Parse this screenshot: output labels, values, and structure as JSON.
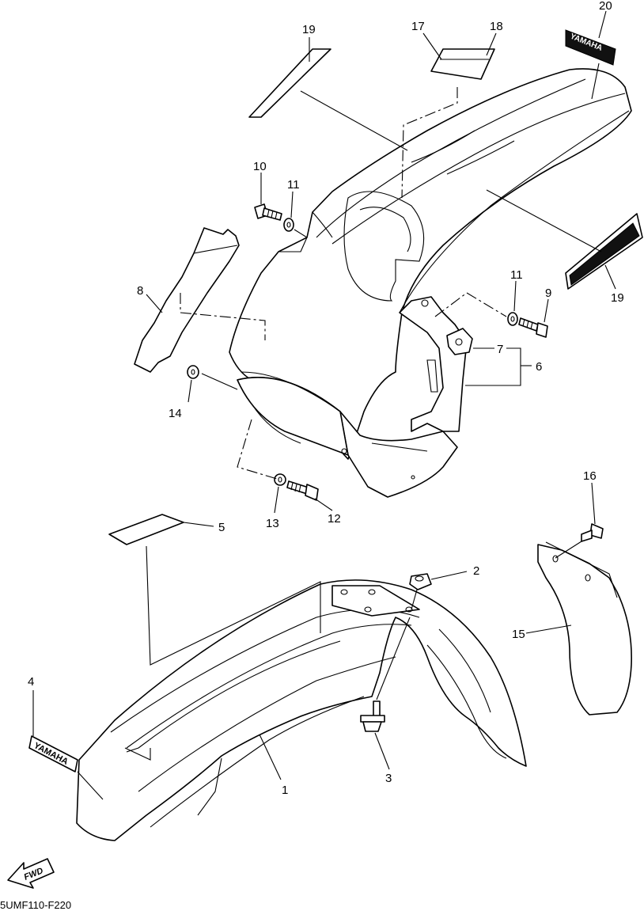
{
  "drawing_code": "5UMF110-F220",
  "fwd_label": "FWD",
  "decal_text": "YAMAHA",
  "callouts": [
    "1",
    "2",
    "3",
    "4",
    "5",
    "6",
    "7",
    "8",
    "9",
    "10",
    "11",
    "11",
    "12",
    "13",
    "14",
    "15",
    "16",
    "17",
    "18",
    "19",
    "19",
    "20"
  ]
}
